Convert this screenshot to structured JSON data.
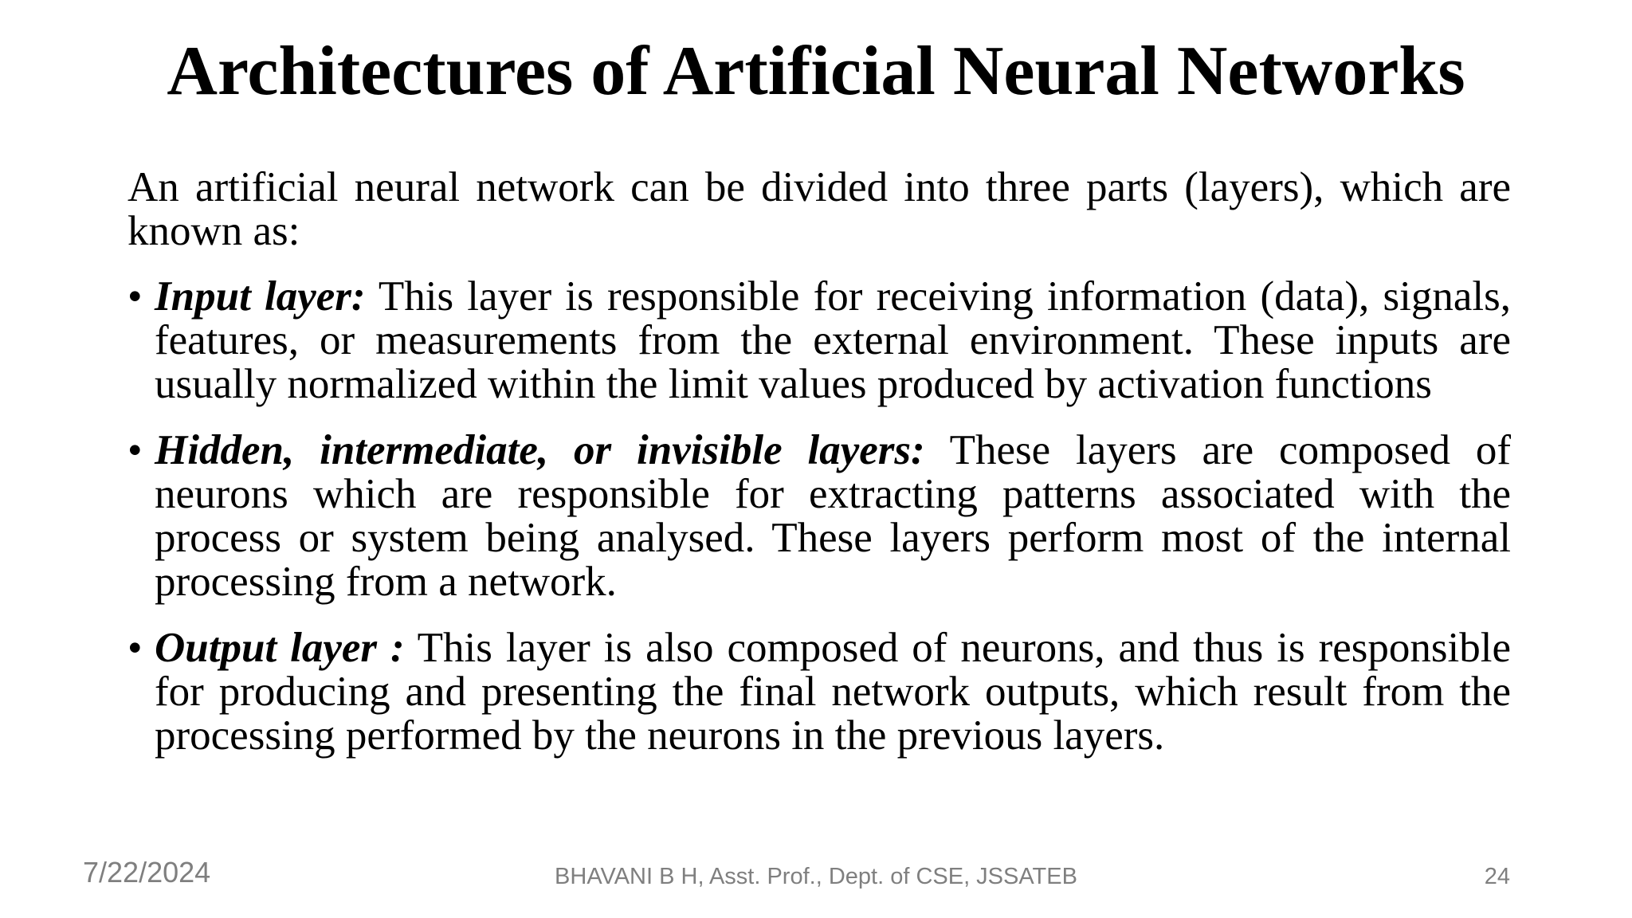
{
  "slide": {
    "title": "Architectures of Artificial Neural Networks",
    "intro": "An artificial neural network can be divided into three parts (layers), which are known as:",
    "bullet_char": "•",
    "bullets": [
      {
        "lead": "Input layer:",
        "text": " This layer is responsible for receiving information (data), signals, features, or measurements from the external environment. These inputs are usually normalized within the limit values produced by activation functions"
      },
      {
        "lead": "Hidden, intermediate, or invisible layers:",
        "text": " These layers are composed of neurons which are responsible for extracting patterns associated with the process or system being analysed. These layers perform most of the internal processing from a network."
      },
      {
        "lead": "Output layer :",
        "text": " This layer is also composed of neurons, and thus is responsible for producing and presenting the final network outputs, which result from the processing performed by the neurons in the previous layers."
      }
    ],
    "footer": {
      "date": "7/22/2024",
      "credit": "BHAVANI B H, Asst. Prof., Dept. of CSE, JSSATEB",
      "page": "24"
    },
    "colors": {
      "background": "#ffffff",
      "text": "#000000",
      "footer_text": "#7f7f7f"
    }
  }
}
